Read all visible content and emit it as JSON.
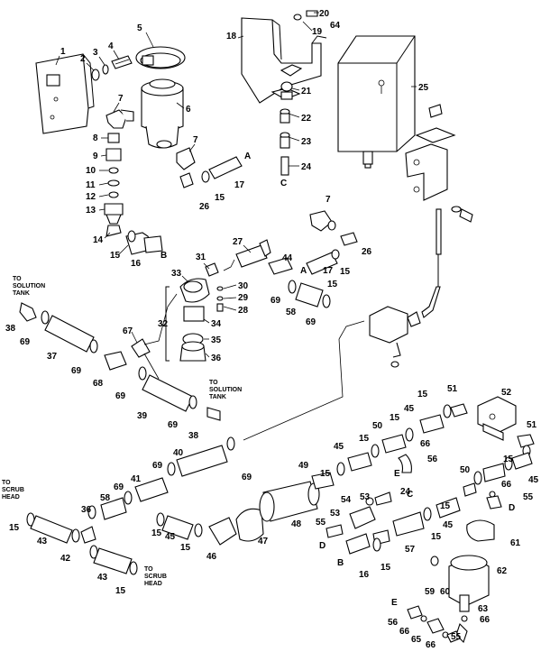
{
  "diagram": {
    "notes": {
      "to_solution_tank_left": [
        "TO",
        "SOLUTION",
        "TANK"
      ],
      "to_solution_tank_mid": [
        "TO",
        "SOLUTION",
        "TANK"
      ],
      "to_scrub_head_left": [
        "TO",
        "SCRUB",
        "HEAD"
      ],
      "to_scrub_head_bottom": [
        "TO",
        "SCRUB",
        "HEAD"
      ]
    },
    "callouts": [
      "1",
      "2",
      "3",
      "4",
      "5",
      "6",
      "7",
      "7",
      "7",
      "8",
      "9",
      "10",
      "11",
      "12",
      "13",
      "14",
      "15",
      "15",
      "15",
      "15",
      "15",
      "15",
      "15",
      "15",
      "15",
      "15",
      "15",
      "15",
      "15",
      "15",
      "16",
      "16",
      "17",
      "17",
      "18",
      "19",
      "20",
      "21",
      "22",
      "23",
      "24",
      "24",
      "25",
      "26",
      "26",
      "27",
      "28",
      "29",
      "30",
      "31",
      "32",
      "33",
      "34",
      "35",
      "36",
      "37",
      "38",
      "38",
      "39",
      "40",
      "41",
      "42",
      "43",
      "43",
      "44",
      "45",
      "45",
      "45",
      "45",
      "45",
      "46",
      "47",
      "48",
      "49",
      "50",
      "50",
      "51",
      "51",
      "52",
      "53",
      "53",
      "54",
      "55",
      "55",
      "55",
      "56",
      "56",
      "57",
      "58",
      "58",
      "59",
      "60",
      "61",
      "62",
      "63",
      "64",
      "65",
      "66",
      "66",
      "66",
      "66",
      "67",
      "68",
      "69",
      "69",
      "69",
      "69",
      "69",
      "69",
      "69",
      "69",
      "69"
    ],
    "connection_letters": [
      "A",
      "A",
      "B",
      "B",
      "C",
      "C",
      "D",
      "D",
      "E",
      "E"
    ]
  }
}
